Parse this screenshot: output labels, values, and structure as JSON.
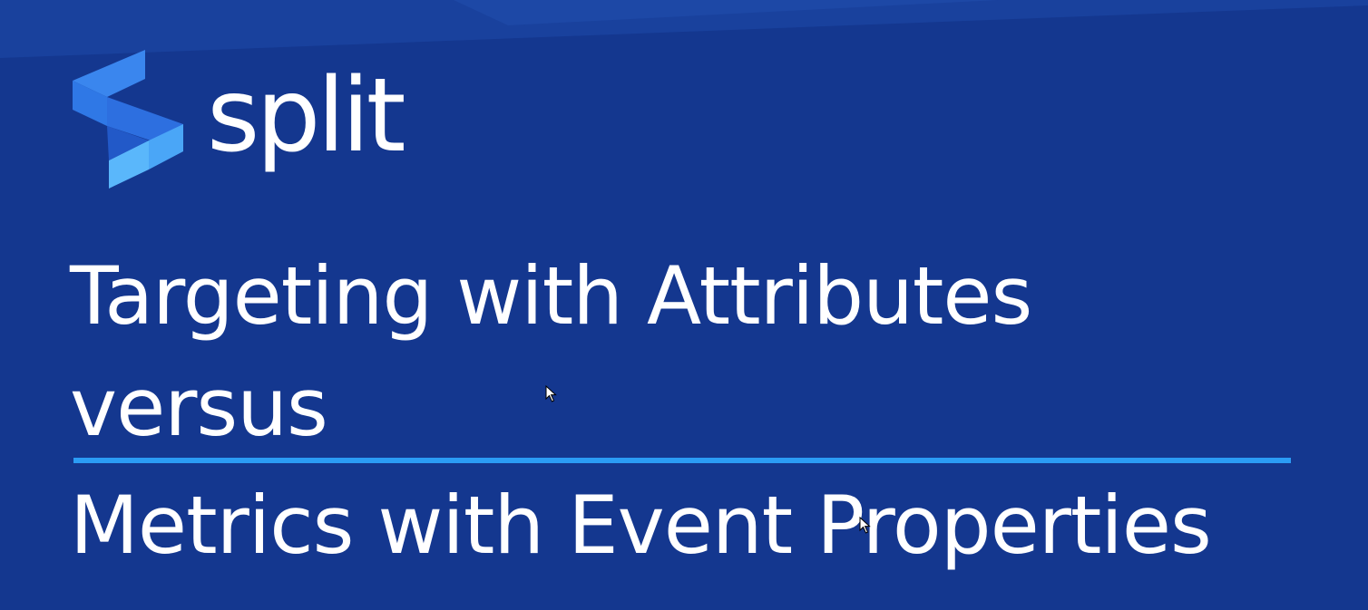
{
  "brand": {
    "logo_text": "split",
    "logo_icon": "split-logo-icon",
    "accent_color": "#2b9cf5",
    "background_color": "#14378f"
  },
  "slide": {
    "title_line_1": "Targeting with Attributes",
    "title_line_2": "versus",
    "title_line_3": "Metrics with Event Properties"
  },
  "cursor_icon": "mouse-pointer-icon"
}
